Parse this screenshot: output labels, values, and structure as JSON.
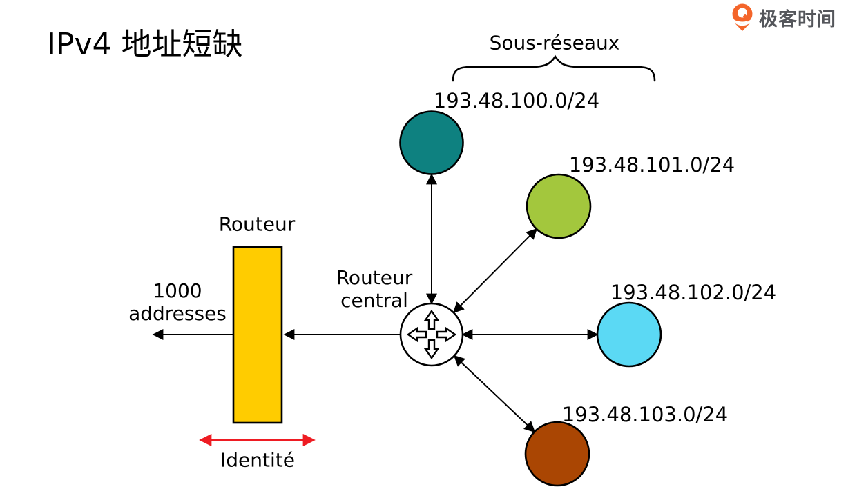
{
  "page": {
    "title": "IPv4 地址短缺",
    "background": "#ffffff"
  },
  "brand": {
    "name": "极客时间",
    "icon_color": "#f4652a",
    "text_color": "#54565b"
  },
  "diagram": {
    "subnets_brace_label": "Sous-réseaux",
    "subnets": [
      {
        "cidr": "193.48.100.0/24",
        "color": "#0e8180"
      },
      {
        "cidr": "193.48.101.0/24",
        "color": "#a3c73d"
      },
      {
        "cidr": "193.48.102.0/24",
        "color": "#5bd9f4"
      },
      {
        "cidr": "193.48.103.0/24",
        "color": "#aa4603"
      }
    ],
    "central_router": {
      "label": "Routeur central",
      "icon": "four-way-arrows-icon",
      "fill": "#ffffff"
    },
    "edge_router": {
      "label": "Routeur",
      "color": "#ffcc00"
    },
    "external_label": "1000 addresses",
    "identity": {
      "label": "Identité",
      "arrow_color": "#ee1c23"
    },
    "line_color": "#000000"
  }
}
